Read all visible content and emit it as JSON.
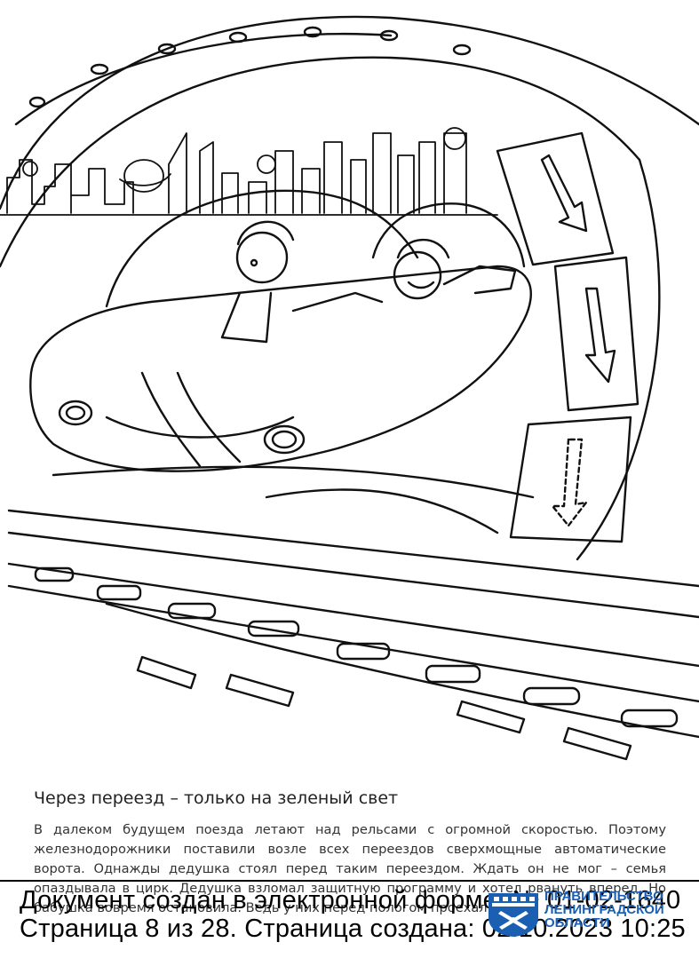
{
  "story": {
    "title": "Через переезд – только на зеленый свет",
    "paragraphs": [
      "В далеком будущем поезда летают над рельсами с огромной скоростью. Поэтому железнодорожники поставили возле всех переездов сверхмощные автоматические ворота. Однажды дедушка стоял перед таким переездом. Ждать он не мог – семья опаздывала в цирк. Дедушка взломал защитную программу и хотел рвануть вперед. Но бабушка вовремя остановила. Ведь у них перед пологом проехал поезд."
    ]
  },
  "stamp": {
    "line1": "Документ создан в электронной форме. № 01-02-1640",
    "line2": "Страница 8 из 28. Страница создана: 02.10.2023 10:25"
  },
  "government_logo": {
    "icon": "coat-of-arms-icon",
    "lines": [
      "ПРАВИТЕЛЬСТВО",
      "ЛЕНИНГРАДСКОЙ",
      "ОБЛАСТИ"
    ],
    "color": "#1b5fb3"
  }
}
